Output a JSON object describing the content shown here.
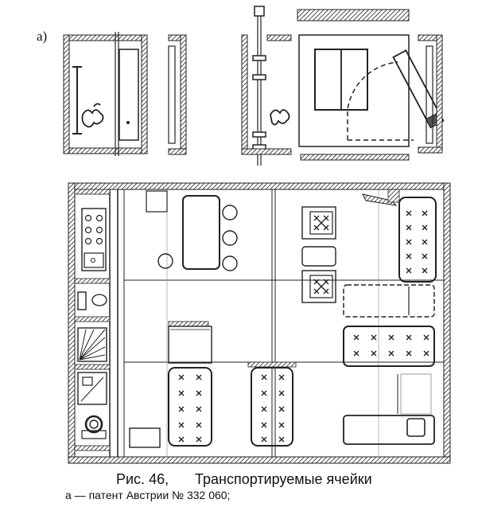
{
  "figure": {
    "part_label": "a)",
    "caption_number": "Рис. 46,",
    "caption_title": "Транспортируемые ячейки",
    "caption_sub": "a — патент Австрии № 332 060;"
  }
}
